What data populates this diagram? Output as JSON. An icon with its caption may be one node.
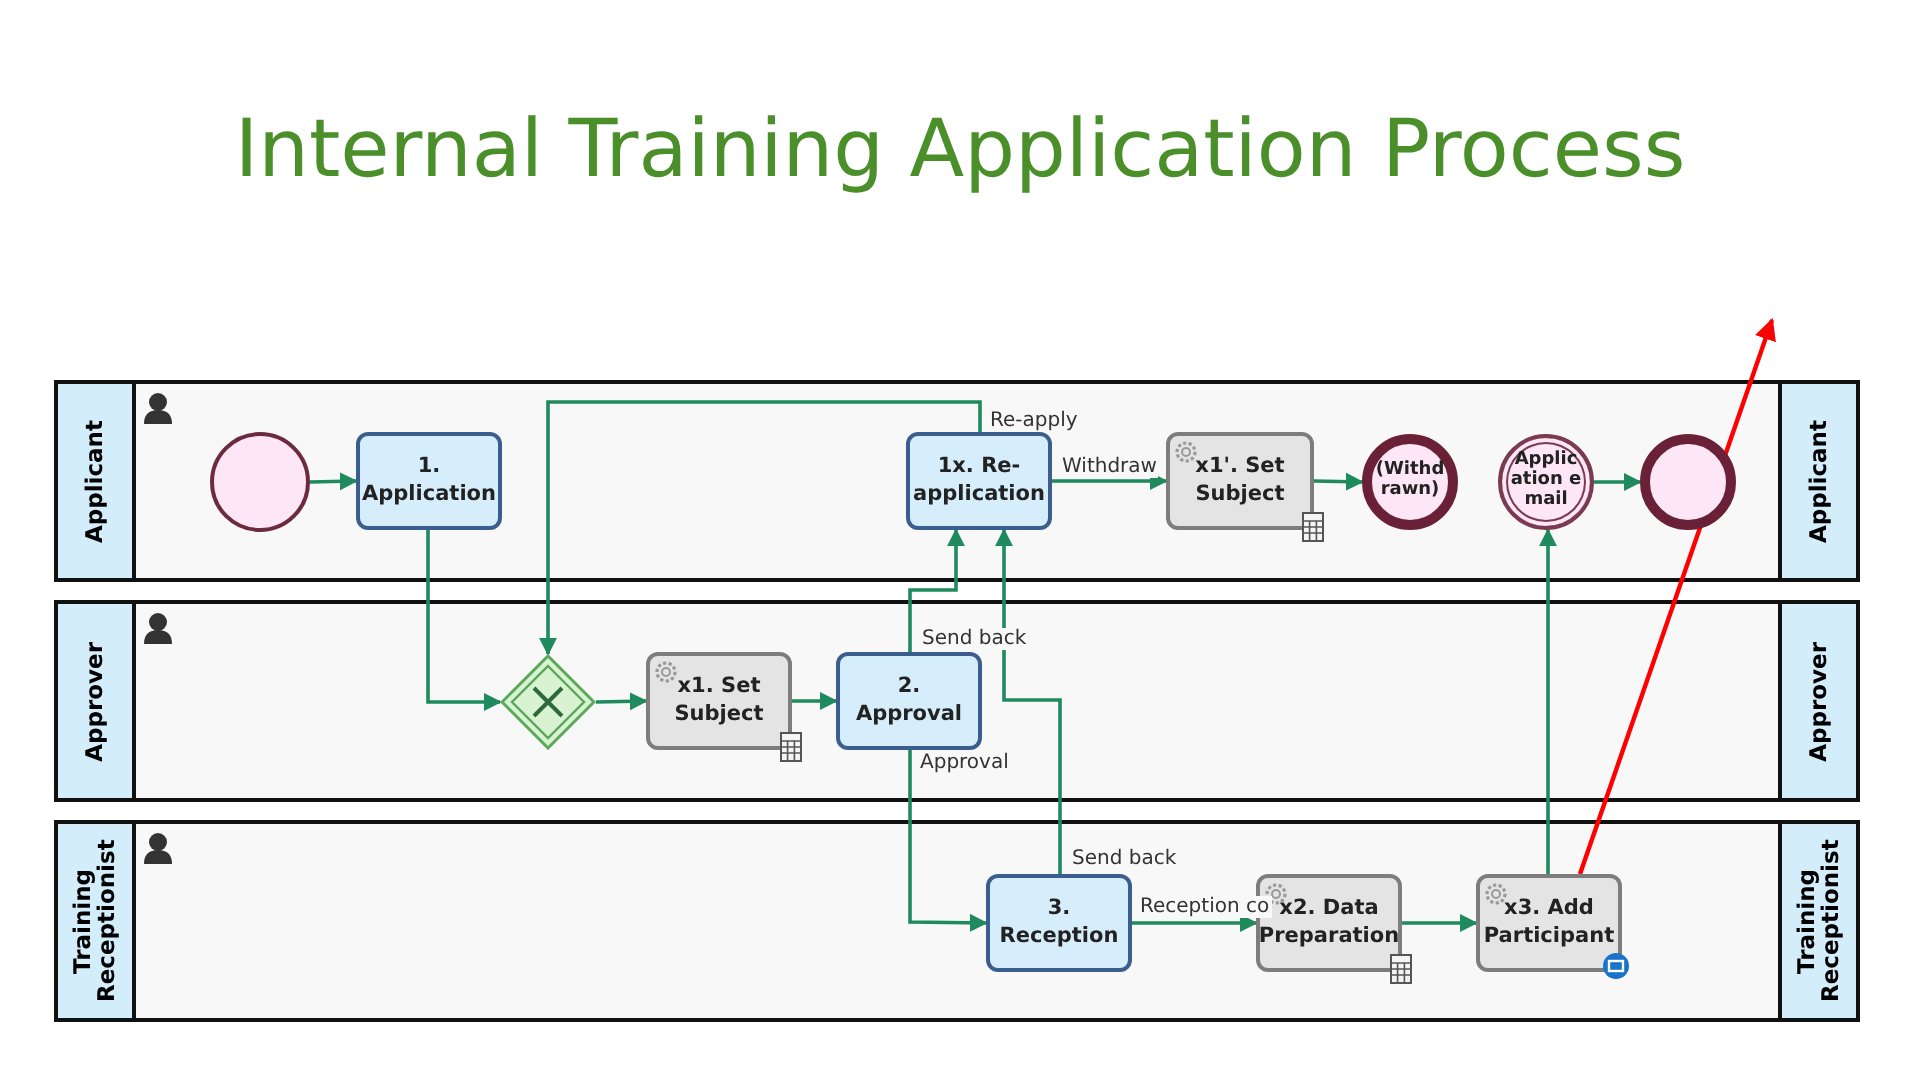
{
  "diagram": {
    "title": "Internal Training Application Process",
    "nodes": [
      {
        "text": [
          "Applicant",
          "Applicant"
        ]
      },
      {
        "text": [],
        "shape": "circle",
        "in": 0
      },
      {
        "text": [
          "1. Application"
        ],
        "in": 0
      },
      {
        "text": [
          "1x. Re-application"
        ],
        "in": 0
      },
      {
        "text": [
          "x1'. Set Subject"
        ],
        "in": 0
      },
      {
        "text": [
          "(Withdrawn)"
        ],
        "in": 0
      },
      {
        "text": [
          "Application email"
        ],
        "in": 0
      },
      {
        "text": [],
        "shape": "circle",
        "in": 0
      },
      {
        "text": [
          "Approver",
          "Approver"
        ]
      },
      {
        "text": [],
        "shape": "diamond",
        "in": 8
      },
      {
        "text": [
          "x1. Set Subject"
        ],
        "in": 8
      },
      {
        "text": [
          "2. Approval"
        ],
        "in": 8
      },
      {
        "text": [
          "Training Receptionist",
          "Training Receptionist"
        ]
      },
      {
        "text": [
          "3. Reception"
        ],
        "in": 12
      },
      {
        "text": [
          "x2. Data Preparation"
        ],
        "in": 12
      },
      {
        "text": [
          "x3. Add Participant"
        ],
        "in": 12
      }
    ],
    "edges": [
      {
        "from": 1,
        "to": 2,
        "arrow": "to"
      },
      {
        "from": 2,
        "to": 9,
        "arrow": "to"
      },
      {
        "from": 3,
        "to": 9,
        "arrow": "to",
        "label": "Re-apply"
      },
      {
        "from": 3,
        "to": 4,
        "arrow": "to",
        "label": "Withdraw"
      },
      {
        "from": 4,
        "to": 5,
        "arrow": "to"
      },
      {
        "from": 6,
        "to": 7,
        "arrow": "to"
      },
      {
        "from": 9,
        "to": 10,
        "arrow": "to"
      },
      {
        "from": 10,
        "to": 11,
        "arrow": "to"
      },
      {
        "from": 11,
        "to": 3,
        "arrow": "to",
        "label": "Send back"
      },
      {
        "from": 11,
        "to": 13,
        "arrow": "to",
        "label": "Approval"
      },
      {
        "from": 13,
        "to": 3,
        "arrow": "to",
        "label": "Send back"
      },
      {
        "from": 13,
        "to": 14,
        "arrow": "to",
        "label": "Reception co"
      },
      {
        "from": 14,
        "to": 15,
        "arrow": "to"
      },
      {
        "from": 15,
        "to": 6,
        "arrow": "to"
      },
      {
        "from": 15,
        "to": null,
        "arrow": "to",
        "color": "#ff0000"
      }
    ]
  }
}
